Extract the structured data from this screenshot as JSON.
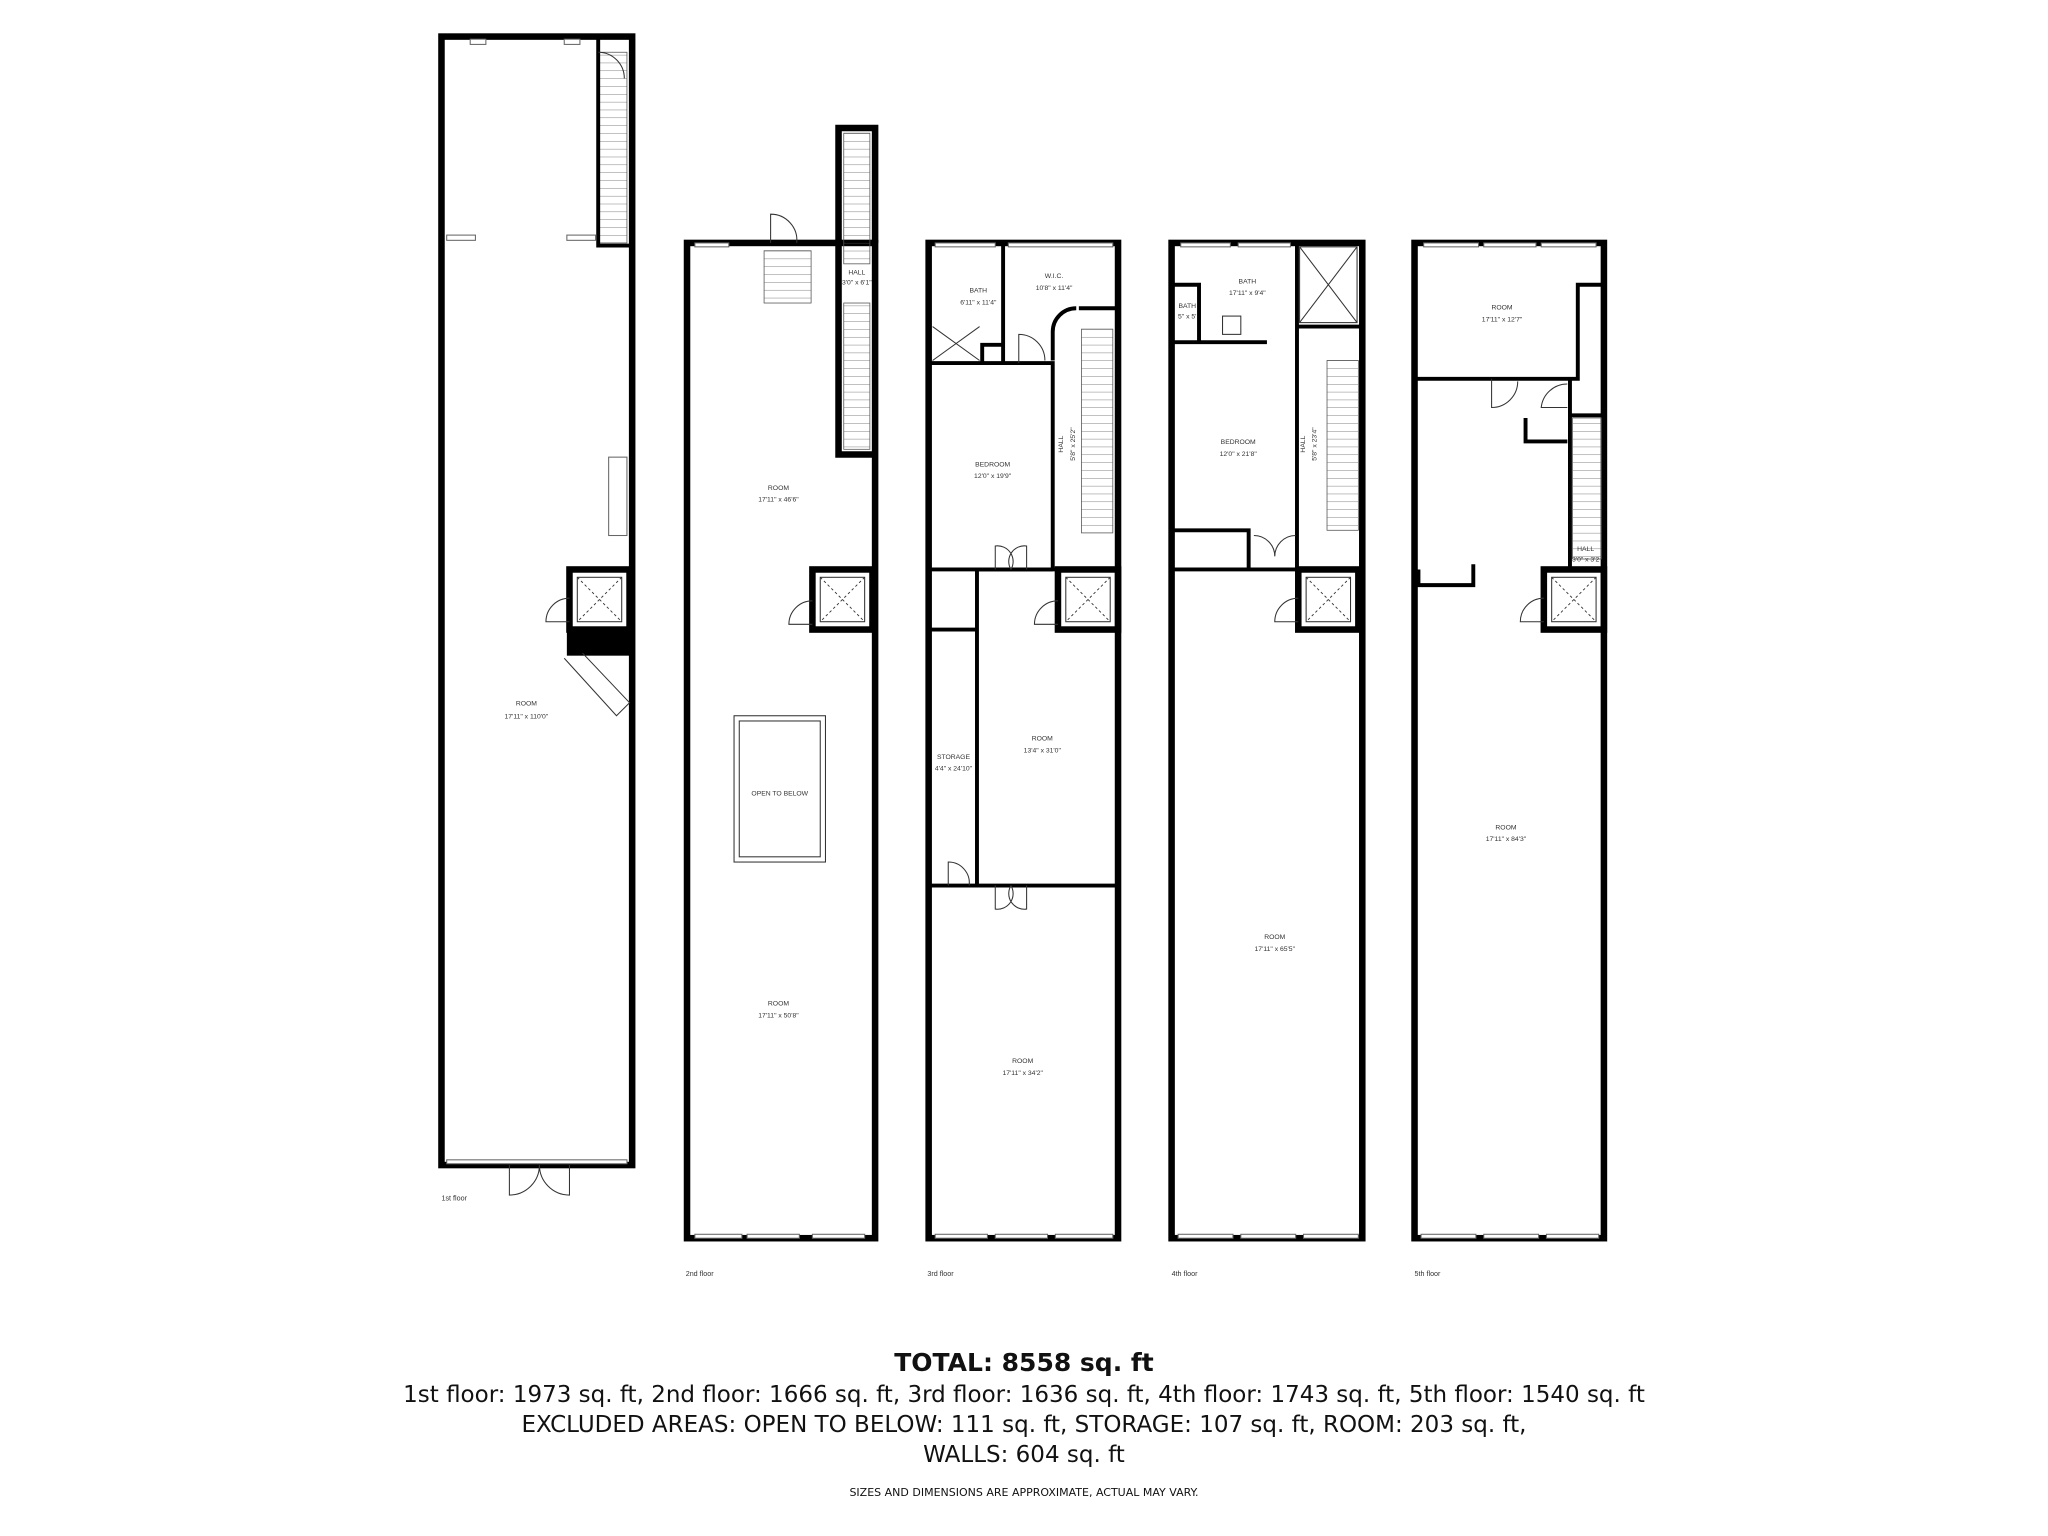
{
  "floors": [
    {
      "name": "1st floor",
      "rooms": [
        {
          "name": "ROOM",
          "dims": "17'11\" x 110'0\""
        }
      ]
    },
    {
      "name": "2nd floor",
      "rooms": [
        {
          "name": "HALL",
          "dims": "3'0\" x 6'1\""
        },
        {
          "name": "ROOM",
          "dims": "17'11\" x 46'6\""
        },
        {
          "name": "OPEN TO BELOW",
          "dims": ""
        },
        {
          "name": "ROOM",
          "dims": "17'11\" x 50'8\""
        }
      ]
    },
    {
      "name": "3rd floor",
      "rooms": [
        {
          "name": "BATH",
          "dims": "6'11\" x 11'4\""
        },
        {
          "name": "W.I.C.",
          "dims": "10'8\" x 11'4\""
        },
        {
          "name": "BEDROOM",
          "dims": "12'0\" x 19'9\""
        },
        {
          "name": "HALL",
          "dims": "5'8\" x 25'2\""
        },
        {
          "name": "STORAGE",
          "dims": "4'4\" x 24'10\""
        },
        {
          "name": "ROOM",
          "dims": "13'4\" x 31'0\""
        },
        {
          "name": "ROOM",
          "dims": "17'11\" x 34'2\""
        }
      ]
    },
    {
      "name": "4th floor",
      "rooms": [
        {
          "name": "BATH",
          "dims": "17'11\" x 9'4\""
        },
        {
          "name": "BATH",
          "dims": "5\" x 5'"
        },
        {
          "name": "BEDROOM",
          "dims": "12'0\" x 21'8\""
        },
        {
          "name": "HALL",
          "dims": "5'8\" x 23'4\""
        },
        {
          "name": "ROOM",
          "dims": "17'11\" x 65'5\""
        }
      ]
    },
    {
      "name": "5th floor",
      "rooms": [
        {
          "name": "ROOM",
          "dims": "17'11\" x 12'7\""
        },
        {
          "name": "HALL",
          "dims": "3'0\" x 3'2"
        },
        {
          "name": "ROOM",
          "dims": "17'11\" x 84'3\""
        }
      ]
    }
  ],
  "summary": {
    "total": "TOTAL: 8558 sq. ft",
    "floors_line": "1st floor: 1973 sq. ft, 2nd floor: 1666 sq. ft, 3rd floor: 1636 sq. ft, 4th floor: 1743 sq. ft, 5th floor: 1540 sq. ft",
    "excluded_line": "EXCLUDED AREAS: OPEN TO BELOW: 111 sq. ft, STORAGE: 107 sq. ft, ROOM: 203 sq. ft,",
    "walls_line": "WALLS: 604 sq. ft",
    "disclaimer": "SIZES AND DIMENSIONS ARE APPROXIMATE, ACTUAL MAY VARY."
  }
}
